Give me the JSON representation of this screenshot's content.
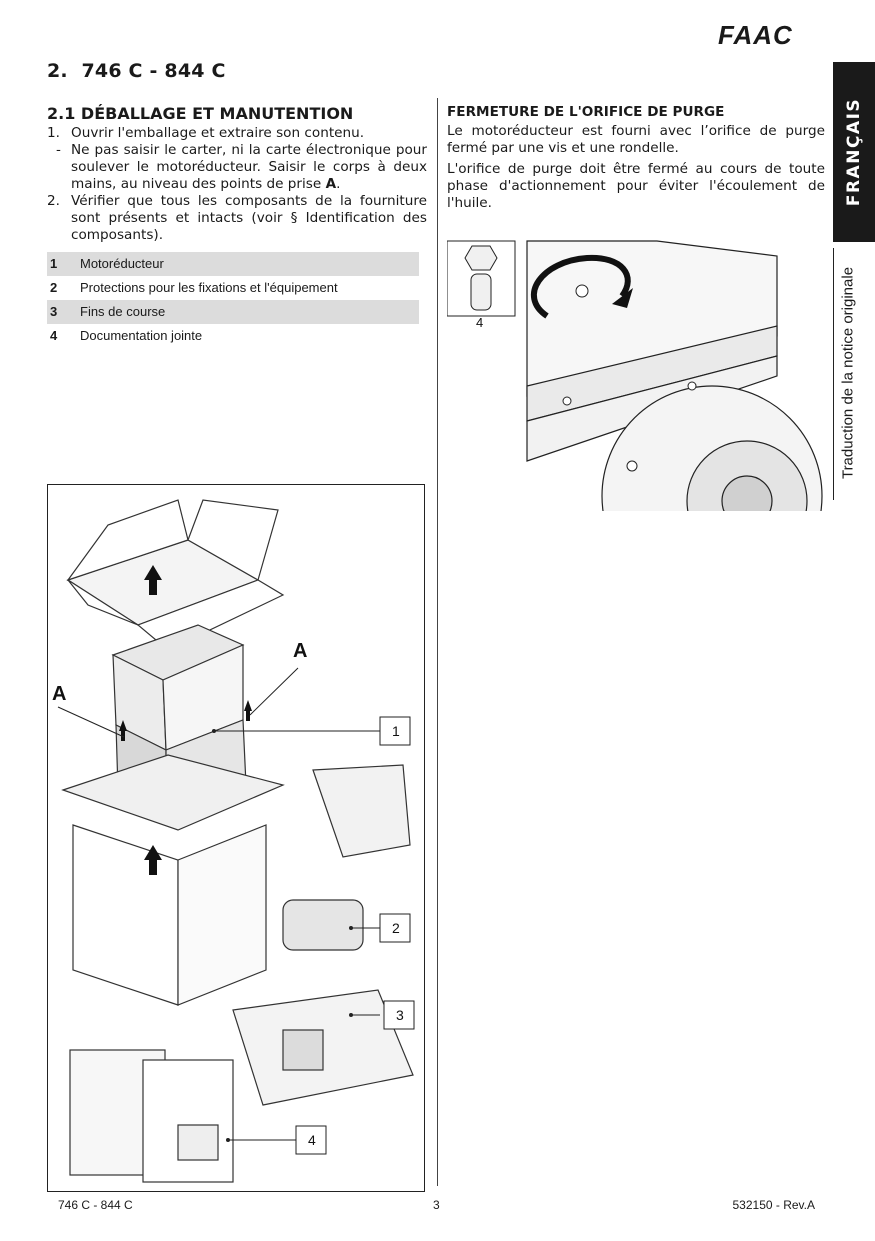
{
  "header": {
    "logo_text": "FAAC"
  },
  "section": {
    "number": "2.",
    "title": "746 C - 844 C"
  },
  "unpacking": {
    "title": "2.1 DÉBALLAGE ET MANUTENTION",
    "steps": [
      {
        "marker": "1.",
        "text": "Ouvrir l'emballage et extraire son contenu."
      },
      {
        "marker": "-",
        "text_before": "Ne pas saisir le carter, ni la carte électronique pour soulever le motoréducteur.  Saisir le corps à deux mains, au niveau des points de prise ",
        "bold": "A",
        "text_after": "."
      },
      {
        "marker": "2.",
        "text": "Vérifier que tous les composants de la fourniture sont présents et intacts (voir § Identification des composants)."
      }
    ],
    "parts": [
      {
        "num": "1",
        "label": "Motoréducteur"
      },
      {
        "num": "2",
        "label": "Protections pour les fixations et l'équipement"
      },
      {
        "num": "3",
        "label": "Fins de course"
      },
      {
        "num": "4",
        "label": "Documentation jointe"
      }
    ],
    "figure": {
      "label_a": "A",
      "callouts": [
        "1",
        "2",
        "3",
        "4"
      ]
    }
  },
  "purge": {
    "title": "FERMETURE DE L'ORIFICE DE PURGE",
    "para1": "Le motoréducteur est fourni avec l’orifice de purge fermé par une vis et une rondelle.",
    "para2": "L'orifice de purge doit être fermé au cours de toute phase d'actionnement pour éviter l'écoulement de l'huile.",
    "figure_label": "4"
  },
  "sidebar": {
    "language": "FRANÇAIS",
    "notice": "Traduction de la notice originale"
  },
  "footer": {
    "left": "746 C - 844 C",
    "page": "3",
    "right": "532150 - Rev.A"
  }
}
